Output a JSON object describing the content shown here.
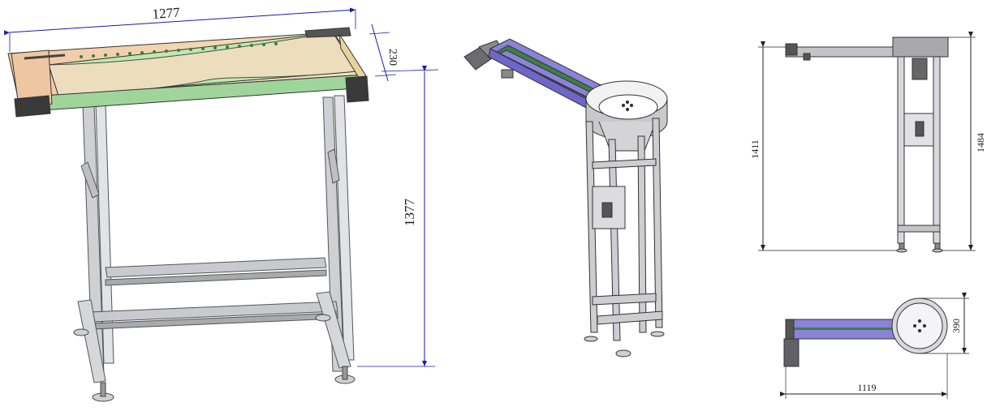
{
  "drawing": {
    "views": [
      {
        "name": "conveyor-isometric"
      },
      {
        "name": "bowl-conveyor-isometric"
      },
      {
        "name": "front-elevation"
      },
      {
        "name": "top-plan"
      }
    ],
    "dimensions": {
      "length_top": "1277",
      "belt_width": "230",
      "stand_height": "1377",
      "elev_left": "1411",
      "elev_right": "1484",
      "plan_width": "1119",
      "plan_depth": "390"
    },
    "colors": {
      "belt_green": "#b7e4a8",
      "tan_panel": "#f0d9b0",
      "blue_belt": "#8b83d8",
      "frame_gray": "#c8c8cc",
      "dim_line": "#1a1aa8"
    }
  }
}
